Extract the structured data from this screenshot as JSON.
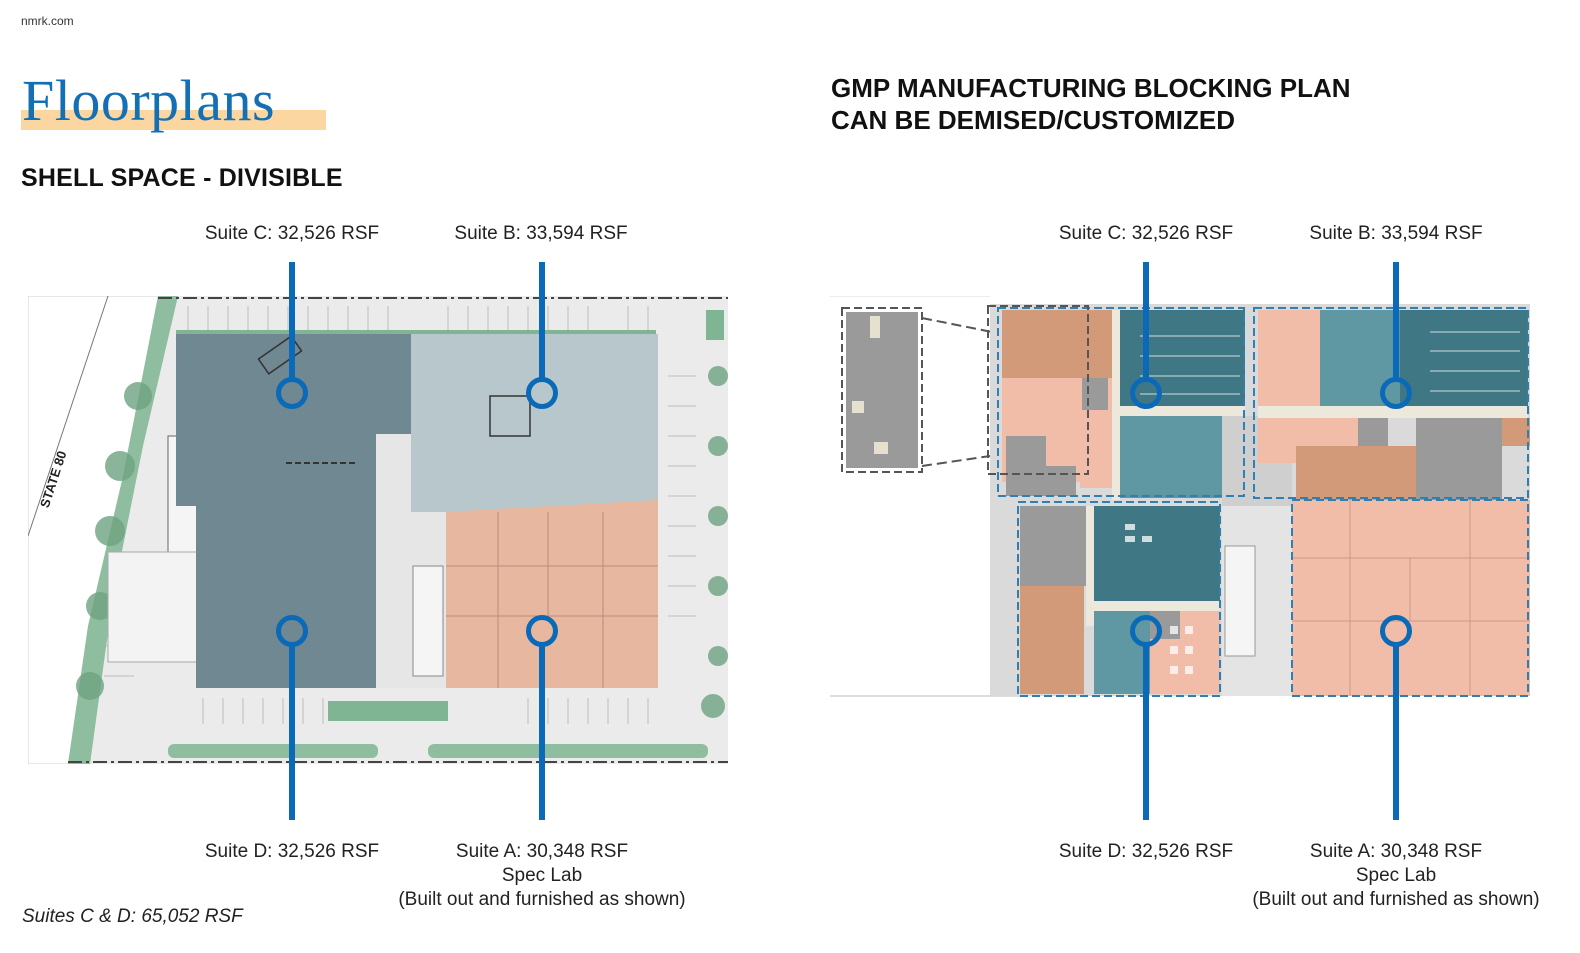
{
  "header": {
    "site": "nmrk.com",
    "title": "Floorplans",
    "highlight_color": "#fcd6a0",
    "title_color": "#1470b4"
  },
  "left_panel": {
    "heading": "SHELL SPACE - DIVISIBLE",
    "road_label": "STATE 80",
    "suites": {
      "c": {
        "label": "Suite C: 32,526 RSF",
        "color": "#6f8891"
      },
      "b": {
        "label": "Suite B: 33,594 RSF",
        "color": "#b8c7cb"
      },
      "d": {
        "label": "Suite D: 32,526 RSF",
        "color": "#6f8891"
      },
      "a": {
        "label": "Suite A: 30,348 RSF",
        "sub1": "Spec Lab",
        "sub2": "(Built out and furnished as shown)",
        "color": "#e8b7a0"
      }
    },
    "total": "Suites C & D: 65,052 RSF"
  },
  "right_panel": {
    "heading_line1": "GMP MANUFACTURING BLOCKING PLAN",
    "heading_line2": "CAN BE DEMISED/CUSTOMIZED",
    "suites": {
      "c": {
        "label": "Suite C: 32,526 RSF"
      },
      "b": {
        "label": "Suite B: 33,594 RSF"
      },
      "d": {
        "label": "Suite D: 32,526 RSF"
      },
      "a": {
        "label": "Suite A: 30,348 RSF",
        "sub1": "Spec Lab",
        "sub2": "(Built out and furnished as shown)"
      }
    },
    "block_colors": {
      "dark_teal": "#3f7784",
      "mid_teal": "#5f97a3",
      "salmon": "#f1bca8",
      "terracotta": "#d39a7a",
      "gray": "#9a9a9a",
      "corridor": "#ece8dc"
    }
  },
  "marker_color": "#0b6ab7"
}
